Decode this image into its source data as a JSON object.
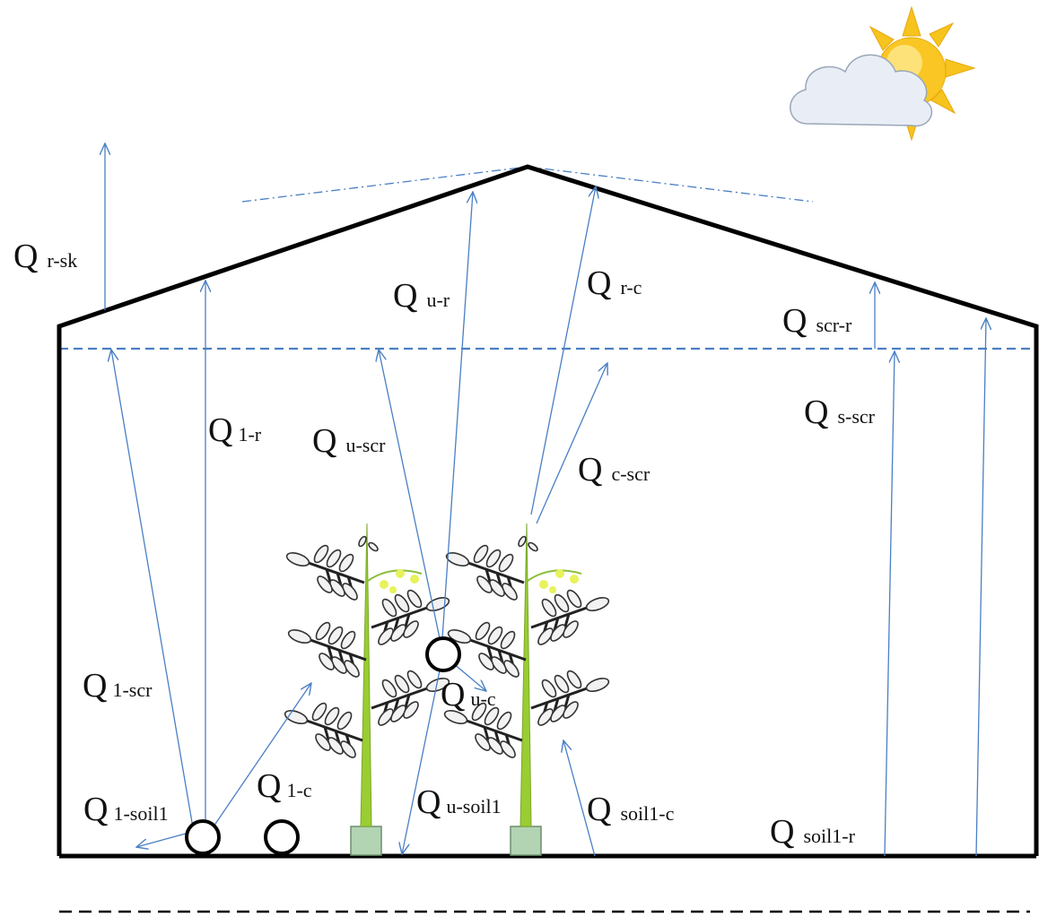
{
  "colors": {
    "structure": "#000000",
    "flux_arrow": "#4a7fc4",
    "screen": "#4a7fc4",
    "roof_dashdot": "#4a7fc4",
    "stem": "#9acd32",
    "pot": "#b3d4b3",
    "sun": "#f7c31d",
    "cloud": "#e8edf5"
  },
  "icons": {
    "weather": "sun-behind-cloud-icon",
    "plant": "tomato-plant-icon"
  },
  "labels": [
    {
      "id": "r-sk",
      "q": "Q",
      "sub": "r-sk"
    },
    {
      "id": "u-r",
      "q": "Q",
      "sub": "u-r"
    },
    {
      "id": "r-c",
      "q": "Q",
      "sub": "r-c"
    },
    {
      "id": "scr-r",
      "q": "Q",
      "sub": "scr-r"
    },
    {
      "id": "1-r",
      "q": "Q",
      "sub": "1-r"
    },
    {
      "id": "u-scr",
      "q": "Q",
      "sub": "u-scr"
    },
    {
      "id": "s-scr",
      "q": "Q",
      "sub": "s-scr"
    },
    {
      "id": "c-scr",
      "q": "Q",
      "sub": "c-scr"
    },
    {
      "id": "1-scr",
      "q": "Q",
      "sub": "1-scr"
    },
    {
      "id": "u-c",
      "q": "Q",
      "sub": "u-c"
    },
    {
      "id": "1-c",
      "q": "Q",
      "sub": "1-c"
    },
    {
      "id": "1-soil1",
      "q": "Q",
      "sub": "1-soil1"
    },
    {
      "id": "u-soil1",
      "q": "Q",
      "sub": "u-soil1"
    },
    {
      "id": "soil1-c",
      "q": "Q",
      "sub": "soil1-c"
    },
    {
      "id": "soil1-r",
      "q": "Q",
      "sub": "soil1-r"
    }
  ]
}
